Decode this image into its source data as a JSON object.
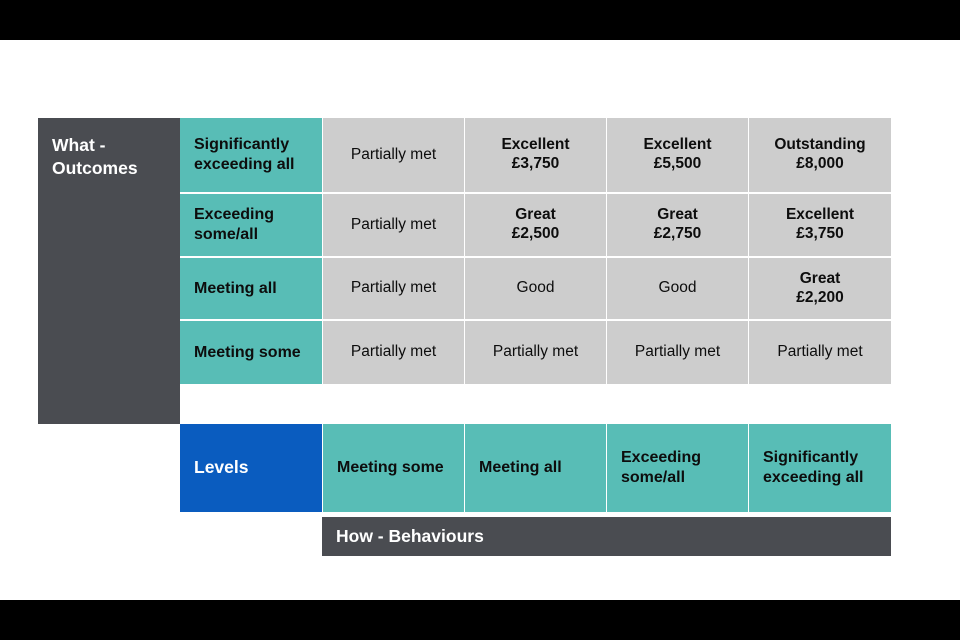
{
  "slide": {
    "background": "#ffffff",
    "letterbox": "#000000",
    "colors": {
      "dark_panel": "#4a4c51",
      "teal": "#58bdb6",
      "blue": "#0a5cbf",
      "grey_cell": "#cdcdcd",
      "text_dark": "#0d0d0d",
      "text_light": "#ffffff"
    }
  },
  "axis_labels": {
    "vertical_label": "What - Outcomes",
    "vertical_label_line1": "What -",
    "vertical_label_line2": "Outcomes",
    "horizontal_label": "How - Behaviours"
  },
  "outcome_rows": [
    {
      "label_line1": "Significantly",
      "label_line2": "exceeding all"
    },
    {
      "label_line1": "Exceeding",
      "label_line2": "some/all"
    },
    {
      "label_line1": "Meeting all",
      "label_line2": ""
    },
    {
      "label_line1": "Meeting some",
      "label_line2": ""
    }
  ],
  "levels_row": {
    "label": "Levels",
    "behaviour_levels": [
      {
        "line1": "Meeting some",
        "line2": ""
      },
      {
        "line1": "Meeting all",
        "line2": ""
      },
      {
        "line1": "Exceeding",
        "line2": "some/all"
      },
      {
        "line1": "Significantly",
        "line2": "exceeding all"
      }
    ]
  },
  "matrix": {
    "row_1": [
      {
        "rating": "Partially met",
        "amount": "",
        "bold": false
      },
      {
        "rating": "Excellent",
        "amount": "£3,750",
        "bold": true
      },
      {
        "rating": "Excellent",
        "amount": "£5,500",
        "bold": true
      },
      {
        "rating": "Outstanding",
        "amount": "£8,000",
        "bold": true
      }
    ],
    "row_2": [
      {
        "rating": "Partially met",
        "amount": "",
        "bold": false
      },
      {
        "rating": "Great",
        "amount": "£2,500",
        "bold": true
      },
      {
        "rating": "Great",
        "amount": "£2,750",
        "bold": true
      },
      {
        "rating": "Excellent",
        "amount": "£3,750",
        "bold": true
      }
    ],
    "row_3": [
      {
        "rating": "Partially met",
        "amount": "",
        "bold": false
      },
      {
        "rating": "Good",
        "amount": "",
        "bold": false
      },
      {
        "rating": "Good",
        "amount": "",
        "bold": false
      },
      {
        "rating": "Great",
        "amount": "£2,200",
        "bold": true
      }
    ],
    "row_4": [
      {
        "rating": "Partially met",
        "amount": "",
        "bold": false
      },
      {
        "rating": "Partially met",
        "amount": "",
        "bold": false
      },
      {
        "rating": "Partially met",
        "amount": "",
        "bold": false
      },
      {
        "rating": "Partially met",
        "amount": "",
        "bold": false
      }
    ]
  }
}
